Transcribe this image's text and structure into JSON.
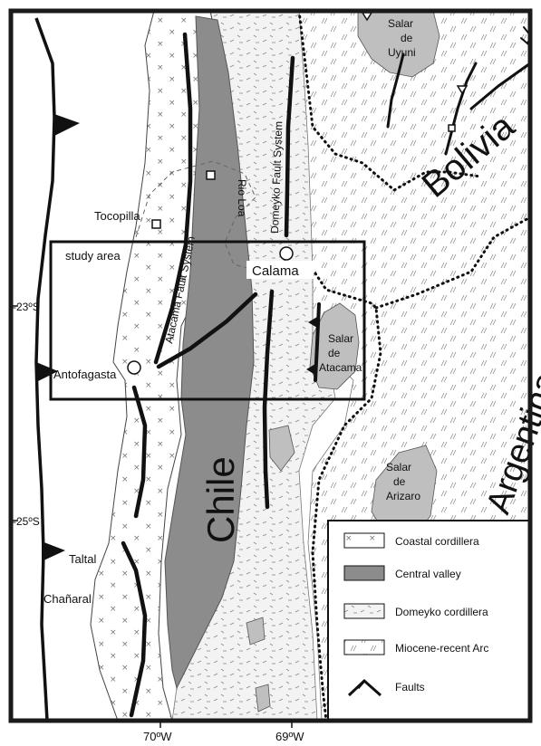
{
  "colors": {
    "frame": "#1a1a1a",
    "ocean": "#ffffff",
    "coastal": "#ffffff",
    "central_valley": "#8c8c8c",
    "domeyko": "#f2f2f2",
    "arc": "#ffffff",
    "salar": "#bfbfbf",
    "fault": "#111111"
  },
  "labels": {
    "tocopilla": "Tocopilla",
    "study_area": "study area",
    "antofagasta": "Antofagasta",
    "calama": "Calama",
    "taltal": "Taltal",
    "chanaral": "Chañaral",
    "chile": "Chile",
    "bolivia": "Bolivia",
    "argentina": "Argentina",
    "rio_loa": "Rio Loa",
    "atacama_fault": "Atacama Fault System",
    "domeyko_fault": "Domeyko Fault System",
    "salar_uyuni": [
      "Salar",
      "de",
      "Uyuni"
    ],
    "salar_atacama": [
      "Salar",
      "de",
      "Atacama"
    ],
    "salar_arizaro": [
      "Salar",
      "de",
      "Arizaro"
    ]
  },
  "lat_ticks": [
    "-23ºS",
    "-25ºS"
  ],
  "lon_ticks": [
    "70ºW",
    "69ºW"
  ],
  "legend": {
    "items": [
      {
        "label": "Coastal cordillera",
        "pattern": "coastal"
      },
      {
        "label": "Central valley",
        "pattern": "central"
      },
      {
        "label": "Domeyko cordillera",
        "pattern": "domeyko"
      },
      {
        "label": "Miocene-recent Arc",
        "pattern": "arc"
      },
      {
        "label": "Faults",
        "pattern": "fault"
      }
    ]
  }
}
